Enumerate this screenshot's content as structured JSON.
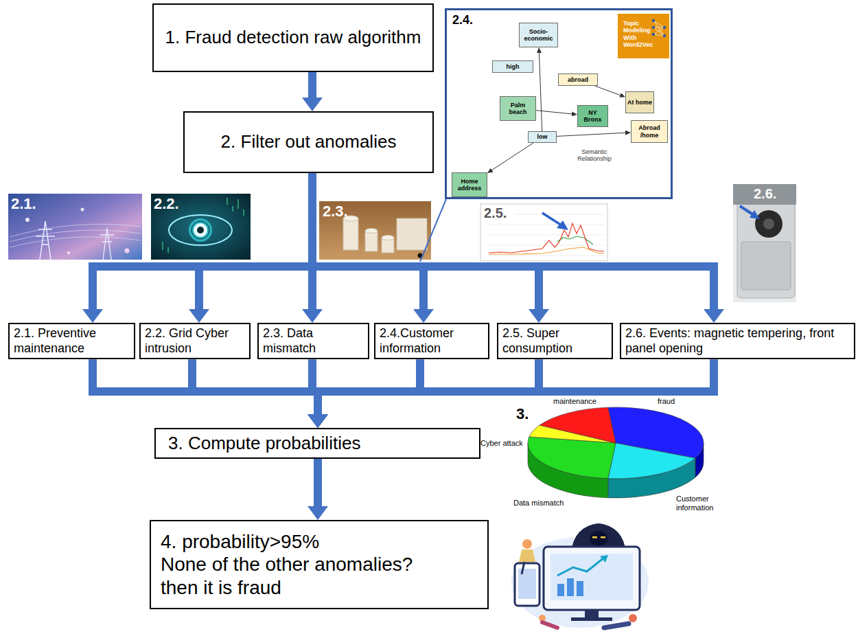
{
  "diagram": {
    "nodes": [
      {
        "text": [
          "1. Fraud detection raw algorithm"
        ]
      },
      {
        "text": [
          "2.4."
        ]
      },
      {
        "text": [
          "Topic Modeling With Word2Vec"
        ],
        "in": 1
      },
      {
        "text": [
          "Socio-economic"
        ],
        "in": 1
      },
      {
        "text": [
          "high"
        ],
        "in": 1
      },
      {
        "text": [
          "abroad"
        ],
        "in": 1
      },
      {
        "text": [
          "Palm beach"
        ],
        "in": 1
      },
      {
        "text": [
          "At home"
        ],
        "in": 1
      },
      {
        "text": [
          "NY Bronx"
        ],
        "in": 1
      },
      {
        "text": [
          "low"
        ],
        "in": 1
      },
      {
        "text": [
          "Abroad /home"
        ],
        "in": 1
      },
      {
        "text": [
          "Home address"
        ],
        "in": 1
      },
      {
        "text": [
          "2. Filter out anomalies"
        ]
      },
      {
        "text": [
          "2.1. Preventive maintenance"
        ]
      },
      {
        "text": [
          "2.2. Grid Cyber intrusion"
        ]
      },
      {
        "text": [
          "2.3. Data mismatch"
        ]
      },
      {
        "text": [
          "2.4.Customer information"
        ]
      },
      {
        "text": [
          "2.5. Super consumption"
        ]
      },
      {
        "text": [
          "2.6. Events: magnetic tempering, front panel opening"
        ]
      },
      {
        "text": [
          "3. Compute probabilities"
        ]
      },
      {
        "text": [
          "4. probability>95%",
          "None of the other anomalies?",
          "then it is fraud"
        ]
      }
    ],
    "edges": [
      {
        "from": 0,
        "to": 12,
        "arrow": "to"
      },
      {
        "from": 12,
        "to": 13,
        "arrow": "to"
      },
      {
        "from": 12,
        "to": 14,
        "arrow": "to"
      },
      {
        "from": 12,
        "to": 15,
        "arrow": "to"
      },
      {
        "from": 12,
        "to": 16,
        "arrow": "to"
      },
      {
        "from": 12,
        "to": 17,
        "arrow": "to"
      },
      {
        "from": 12,
        "to": 18,
        "arrow": "to"
      },
      {
        "from": 13,
        "to": 19,
        "arrow": "to"
      },
      {
        "from": 14,
        "to": 19,
        "arrow": "to"
      },
      {
        "from": 15,
        "to": 19,
        "arrow": "to"
      },
      {
        "from": 16,
        "to": 19,
        "arrow": "to"
      },
      {
        "from": 17,
        "to": 19,
        "arrow": "to"
      },
      {
        "from": 18,
        "to": 19,
        "arrow": "to"
      },
      {
        "from": 19,
        "to": 20,
        "arrow": "to"
      },
      {
        "from": 9,
        "to": 3,
        "arrow": "to"
      },
      {
        "from": 6,
        "to": 8,
        "arrow": "to"
      },
      {
        "from": 5,
        "to": 7,
        "arrow": "to"
      },
      {
        "from": 9,
        "to": 10,
        "arrow": "to"
      },
      {
        "from": 9,
        "to": 11,
        "arrow": "to"
      }
    ],
    "labels": [
      "2.1.",
      "2.2.",
      "2.3.",
      "2.5.",
      "2.6.",
      "Semantic Relationship",
      "3.",
      "maintenance",
      "fraud",
      "Cyber attack",
      "Data mismatch",
      "Customer information"
    ]
  }
}
